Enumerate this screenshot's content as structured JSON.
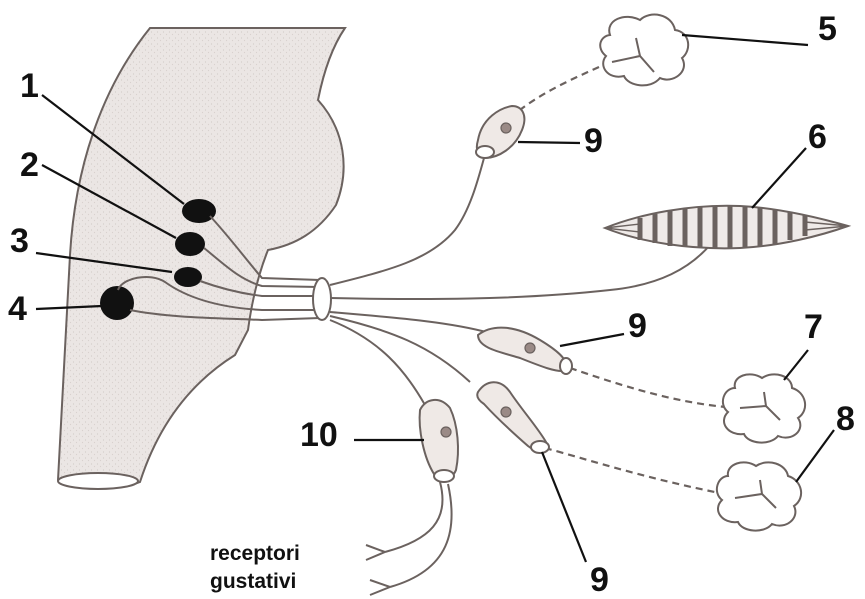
{
  "labels": {
    "l1": "1",
    "l2": "2",
    "l3": "3",
    "l4": "4",
    "l5": "5",
    "l6": "6",
    "l7": "7",
    "l8": "8",
    "l9a": "9",
    "l9b": "9",
    "l9c": "9",
    "l10": "10"
  },
  "receptors": {
    "line1": "receptori",
    "line2": "gustativi"
  }
}
